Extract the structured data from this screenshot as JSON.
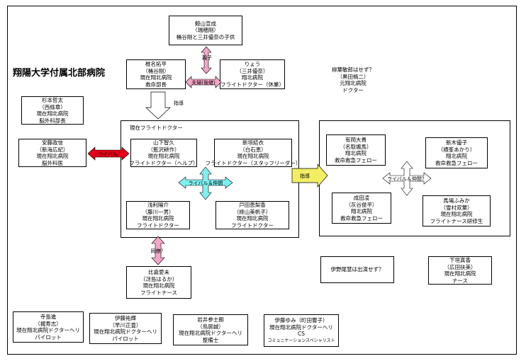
{
  "title": "翔陽大学付属北部病院",
  "people": {
    "kuzeyama": [
      "鯨山宣成",
      "（瑞穂剛）",
      "桶谷剛と三井優奈の子供"
    ],
    "saito": [
      "椎名拓平",
      "（桶谷剛）",
      "現在翔北病院",
      "救命部長"
    ],
    "ryou": [
      "りょう",
      "（三井優奈）",
      "翔北病院",
      "フライトドクター（休業）"
    ],
    "hirota": [
      "柳葉敏郎はせず？",
      "（黒田脩二）",
      "元翔北病院",
      "ドクター"
    ],
    "tomoki": [
      "杉本哲太",
      "（西條章）",
      "現在翔北病院",
      "脳外科部長"
    ],
    "ando": [
      "安藤政信",
      "（新海広紀）",
      "現在翔北病院",
      "脳外科医"
    ],
    "yamashita": [
      "山下智久",
      "（藍沢耕作）",
      "現在翔北病院",
      "フライトドクター（ヘルプ）"
    ],
    "aragaki": [
      "新垣結衣",
      "（白石恵）",
      "現在翔北病院",
      "フライトドクター（スタッフリーダー）"
    ],
    "asari": [
      "浅利陽介",
      "（藤川一男）",
      "現在翔北病院",
      "フライトドクター"
    ],
    "toda": [
      "戸田恵梨香",
      "（緋山美帆子）",
      "現在翔北病院",
      "フライトドクター"
    ],
    "arioka": [
      "有岡大貴",
      "（名取颯馬）",
      "翔北病院",
      "救命救急フェロー"
    ],
    "araki": [
      "新木優子",
      "（横峯あかり）",
      "翔北病院",
      "救命救急フェロー"
    ],
    "narita": [
      "成田凌",
      "（灰谷俊平）",
      "翔北病院",
      "救命救急フェロー"
    ],
    "mayo": [
      "馬場ふみか",
      "（雪村双葉）",
      "現在翔北病院",
      "フライトナース研修生"
    ],
    "hirasaka": [
      "比嘉愛未",
      "（冴島はるか）",
      "現在翔北病院",
      "フライトナース"
    ],
    "shimojo": [
      "下垣真香",
      "（広田扶美）",
      "現在翔北病院",
      "ナース"
    ],
    "terashima": [
      "寺島進",
      "（梶寿志）",
      "現在翔北病院ドクターヘリ",
      "パイロット"
    ],
    "ito": [
      "伊藤祐輝",
      "（早川正豊）",
      "現在翔北病院ドクターヘリ",
      "パイロット"
    ],
    "iwai": [
      "岩井参士朗",
      "（鳥居誠）",
      "現在翔北病院ドクターヘリ",
      "整備士"
    ],
    "itoyumi": [
      "伊藤ゆみ（町田響子）",
      "現在翔北病院ドクターヘリ",
      "CS",
      "コミュニケーションスペシャリスト"
    ]
  },
  "notes": {
    "ino": "伊野尾慧は出演せず？"
  },
  "groups": {
    "current_flight_label": "現在フライトドクター"
  },
  "arrows": {
    "parent": "親子",
    "couple": "夫婦(後継)",
    "guidance_top": "指導",
    "rival_left": "ライバル",
    "rival_partner": "ライバル＆仲間",
    "guidance_right": "指導",
    "rival_partner_right": "ライバル＆仲間？",
    "colleague": "同僚？"
  },
  "colors": {
    "pink": "#f4a6c8",
    "red": "#e0001a",
    "cyan": "#7ff0f0",
    "yellow": "#f2ee64",
    "white": "#ffffff"
  }
}
